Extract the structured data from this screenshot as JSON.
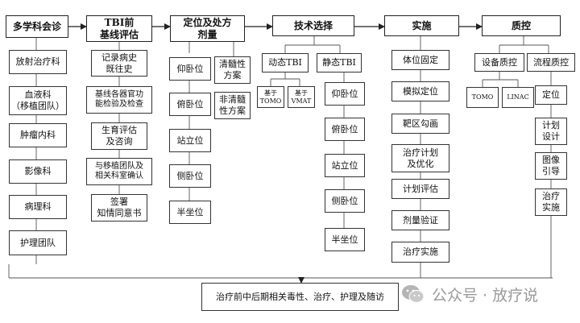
{
  "headers": [
    "多学科会诊",
    "TBI前\n基线评估",
    "定位及处方\n剂量",
    "技术选择",
    "实施",
    "质控"
  ],
  "mdt_items": [
    "放射治疗科",
    "血液科\n（移植团队）",
    "肿瘤内科",
    "影像科",
    "病理科",
    "护理团队"
  ],
  "baseline_items": [
    "记录病史\n既往史",
    "基线各器官功\n能检验及检查",
    "生育评估\n及咨询",
    "与移植团队及\n相关科室确认",
    "签署\n知情同意书"
  ],
  "positioning": {
    "postures": [
      "仰卧位",
      "俯卧位",
      "站立位",
      "侧卧位",
      "半坐位"
    ],
    "plans": [
      "清髓性\n方案",
      "非清髓\n性方案"
    ]
  },
  "technique": {
    "dynamic_label": "动态TBI",
    "dynamic_items": [
      "基于\nTOMO",
      "基于\nVMAT"
    ],
    "static_label": "静态TBI",
    "static_items": [
      "仰卧位",
      "俯卧位",
      "站立位",
      "侧卧位",
      "半坐位"
    ]
  },
  "implementation_items": [
    "体位固定",
    "模拟定位",
    "靶区勾画",
    "治疗计划\n及优化",
    "计划评估",
    "剂量验证",
    "治疗实施"
  ],
  "qc": {
    "equipment_label": "设备质控",
    "equipment_items": [
      "TOMO",
      "LINAC"
    ],
    "process_label": "流程质控",
    "process_items": [
      "定位",
      "计划\n设计",
      "图像\n引导",
      "治疗\n实施"
    ]
  },
  "footer": "治疗前中后期相关毒性、治疗、护理及随访",
  "watermark": "公众号 · 放疗说"
}
